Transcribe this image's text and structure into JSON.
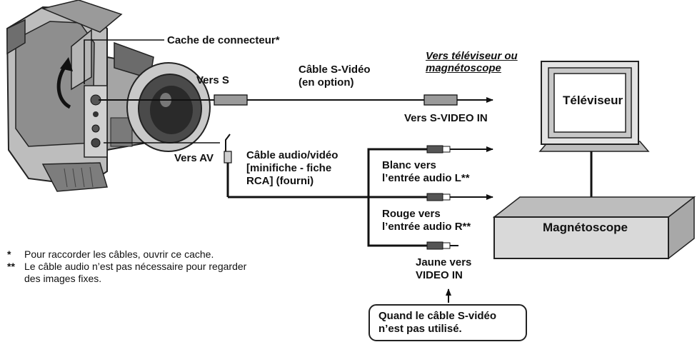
{
  "labels": {
    "connector_cover": "Cache de connecteur*",
    "to_tv_vcr_line1": "Vers téléviseur ou",
    "to_tv_vcr_line2": "magnétoscope",
    "vers_s": "Vers S",
    "svideo_cable_line1": "Câble S-Vidéo",
    "svideo_cable_line2": "(en option)",
    "vers_svideo_in": "Vers S-VIDEO IN",
    "vers_av": "Vers AV",
    "av_cable_line1": "Câble audio/vidéo",
    "av_cable_line2": "[minifiche - fiche",
    "av_cable_line3": "RCA] (fourni)",
    "white_line1": "Blanc vers",
    "white_line2": "l’entrée audio L**",
    "red_line1": "Rouge vers",
    "red_line2": "l’entrée audio R**",
    "yellow_line1": "Jaune vers",
    "yellow_line2": "VIDEO IN",
    "callout_line1": "Quand le câble S-vidéo",
    "callout_line2": "n’est pas utilisé."
  },
  "devices": {
    "tv": "Téléviseur",
    "vcr": "Magnétoscope"
  },
  "notes": [
    {
      "mark": "*",
      "lines": [
        "Pour raccorder les câbles, ouvrir ce cache."
      ]
    },
    {
      "mark": "**",
      "lines": [
        "Le câble audio n’est pas nécessaire pour regarder",
        "des images fixes."
      ]
    }
  ]
}
